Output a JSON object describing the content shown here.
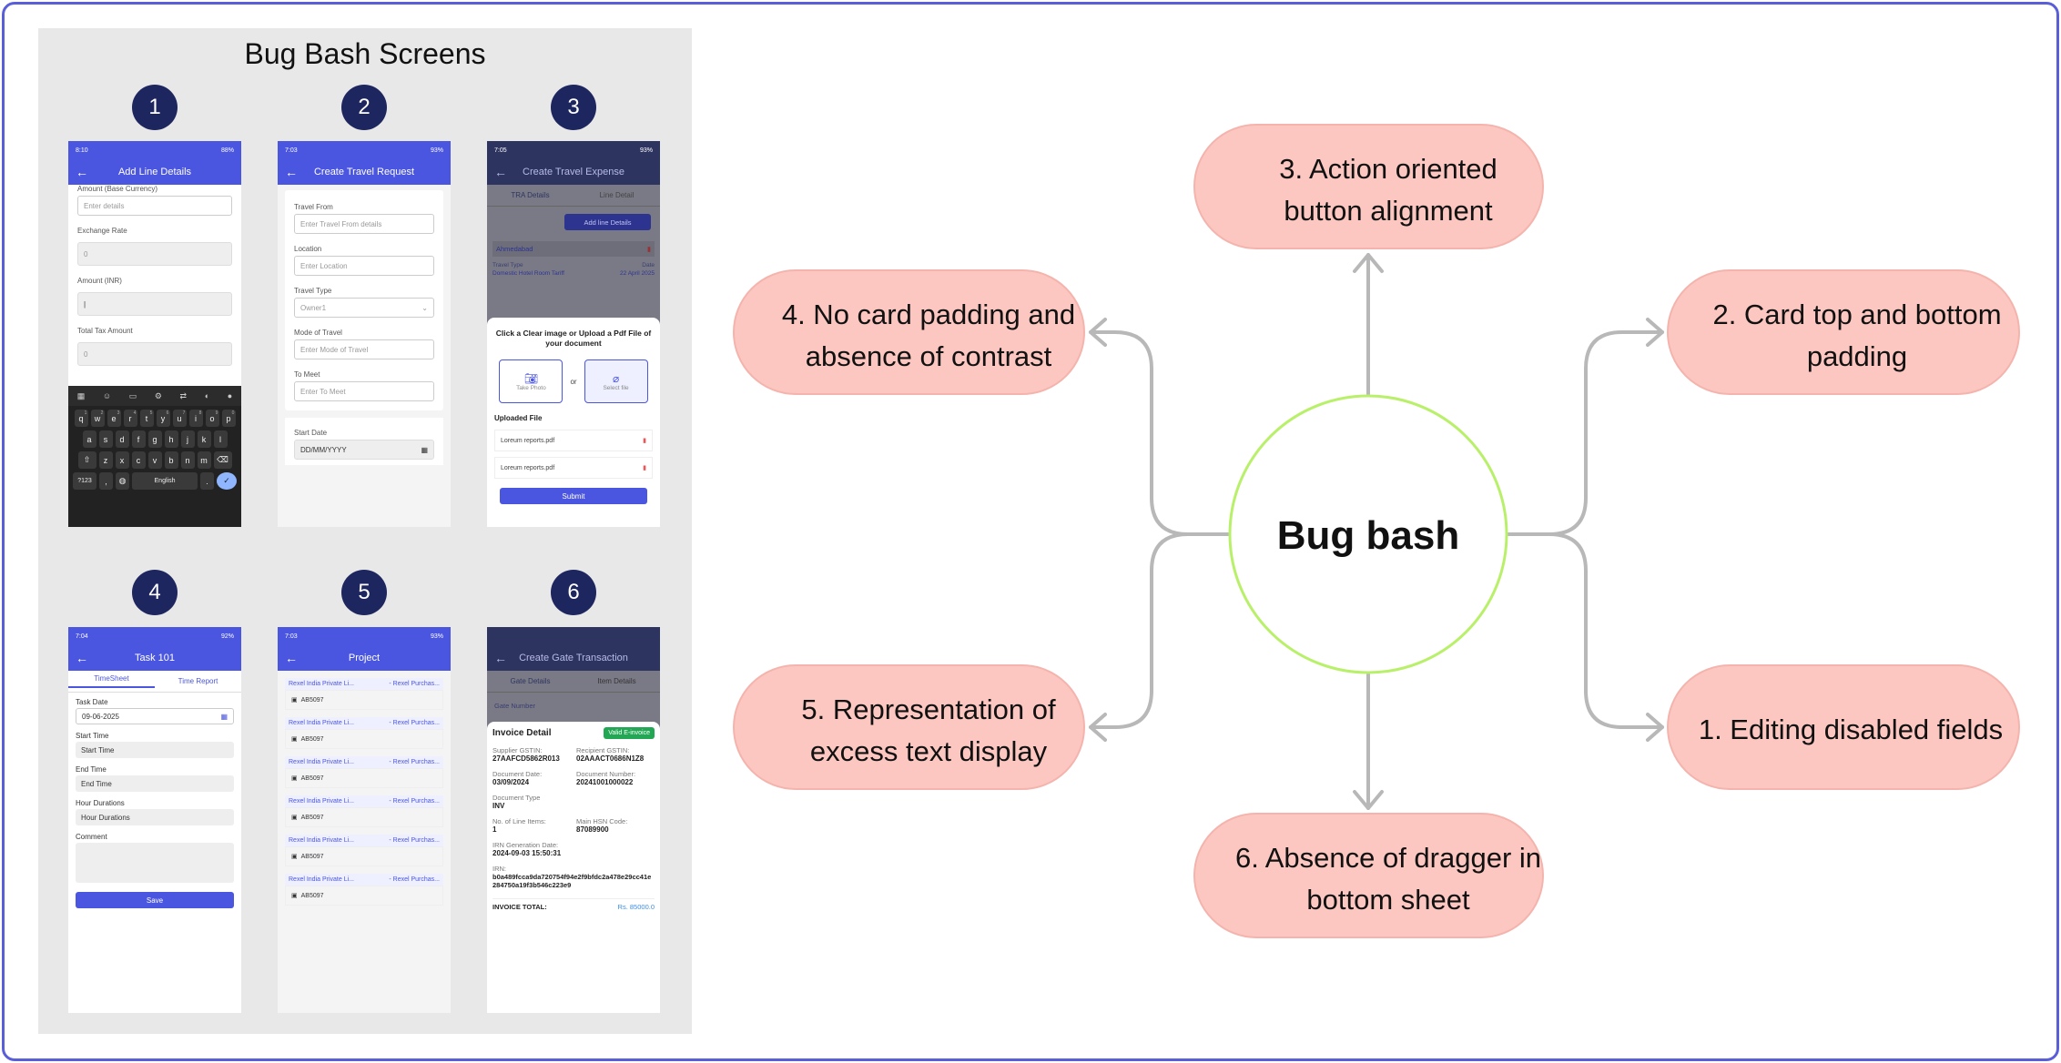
{
  "left_panel": {
    "title": "Bug Bash Screens",
    "screens": [
      {
        "number": "1",
        "status_time": "8:10",
        "status_right": "88%",
        "header": "Add Line Details",
        "fields": [
          {
            "label": "Amount (Base Currency)",
            "value": "Enter details"
          },
          {
            "label": "Exchange Rate",
            "value": "0"
          },
          {
            "label": "Amount (INR)",
            "value": "|"
          },
          {
            "label": "Total Tax Amount",
            "value": "0"
          }
        ],
        "keyboard_rows": [
          "qwertyuiop",
          "asdfghjkl",
          "zxcvbnm"
        ],
        "keyboard_numbers": "1234567890",
        "keyboard_space": "English",
        "keyboard_mode": "?123"
      },
      {
        "number": "2",
        "status_time": "7:03",
        "status_right": "93%",
        "header": "Create Travel Request",
        "fields": [
          {
            "label": "Travel From",
            "value": "Enter Travel From details"
          },
          {
            "label": "Location",
            "value": "Enter Location"
          },
          {
            "label": "Travel Type",
            "value": "Owner1"
          },
          {
            "label": "Mode of Travel",
            "value": "Enter Mode of Travel"
          },
          {
            "label": "To Meet",
            "value": "Enter To Meet"
          }
        ],
        "start_date_label": "Start Date",
        "start_date_value": "DD/MM/YYYY"
      },
      {
        "number": "3",
        "status_time": "7:05",
        "status_right": "93%",
        "header": "Create Travel Expense",
        "tabs": [
          "TRA Details",
          "Line Detail"
        ],
        "add_button": "Add line Details",
        "location": "Ahmedabad",
        "travel_type_label": "Travel Type",
        "travel_type_value": "Domestic Hotel Room Tariff",
        "date_label": "Date",
        "date_value": "22 April 2025",
        "sheet_title": "Click a Clear image or Upload a Pdf File of your document",
        "take_photo": "Take Photo",
        "or": "or",
        "select_file": "Select file",
        "uploaded_label": "Uploaded File",
        "files": [
          "Loreum reports.pdf",
          "Loreum reports.pdf"
        ],
        "submit": "Submit"
      },
      {
        "number": "4",
        "status_time": "7:04",
        "status_right": "92%",
        "header": "Task 101",
        "tabs": [
          "TimeSheet",
          "Time Report"
        ],
        "fields": [
          {
            "label": "Task Date",
            "value": "09-06-2025"
          },
          {
            "label": "Start Time",
            "value": "Start Time"
          },
          {
            "label": "End Time",
            "value": "End Time"
          },
          {
            "label": "Hour Durations",
            "value": "Hour Durations"
          },
          {
            "label": "Comment",
            "value": ""
          }
        ],
        "save": "Save"
      },
      {
        "number": "5",
        "status_time": "7:03",
        "status_right": "93%",
        "header": "Project",
        "rows": [
          {
            "left": "Rexel India Private Li...",
            "right": "- Rexel Purchas...",
            "code": "AB5097"
          },
          {
            "left": "Rexel India Private Li...",
            "right": "- Rexel Purchas...",
            "code": "AB5097"
          },
          {
            "left": "Rexel India Private Li...",
            "right": "- Rexel Purchas...",
            "code": "AB5097"
          },
          {
            "left": "Rexel India Private Li...",
            "right": "- Rexel Purchas...",
            "code": "AB5097"
          },
          {
            "left": "Rexel India Private Li...",
            "right": "- Rexel Purchas...",
            "code": "AB5097"
          },
          {
            "left": "Rexel India Private Li...",
            "right": "- Rexel Purchas...",
            "code": "AB5097"
          }
        ]
      },
      {
        "number": "6",
        "header": "Create Gate Transaction",
        "tabs": [
          "Gate Details",
          "Item Details"
        ],
        "gate_label": "Gate Number",
        "sheet_title": "Invoice Detail",
        "badge": "Valid E-invoice",
        "items": [
          {
            "k": "Supplier GSTIN:",
            "v": "27AAFCD5862R013"
          },
          {
            "k": "Recipient GSTIN:",
            "v": "02AAACT0686N1Z8"
          },
          {
            "k": "Document Date:",
            "v": "03/09/2024"
          },
          {
            "k": "Document Number:",
            "v": "20241001000022"
          },
          {
            "k": "Document Type",
            "v": "INV"
          },
          {
            "k": "",
            "v": ""
          },
          {
            "k": "No. of Line Items:",
            "v": "1"
          },
          {
            "k": "Main HSN Code:",
            "v": "87089900"
          }
        ],
        "irn_date_label": "IRN Generation Date:",
        "irn_date_value": "2024-09-03 15:50:31",
        "irn_label": "IRN:",
        "irn_value": "b0a489fcca9da720754f94e2f9bfdc2a478e29cc41e284750a19f3b546c223e9",
        "total_label": "INVOICE TOTAL:",
        "total_value": "Rs. 85000.0"
      }
    ]
  },
  "mind_map": {
    "center": "Bug bash",
    "nodes": [
      {
        "id": "n3",
        "line1": "3. Action oriented",
        "line2": "button alignment"
      },
      {
        "id": "n4",
        "line1": "4. No card padding and",
        "line2": "absence of contrast"
      },
      {
        "id": "n2",
        "line1": "2. Card top and bottom",
        "line2": "padding"
      },
      {
        "id": "n5",
        "line1": "5. Representation of",
        "line2": "excess text display"
      },
      {
        "id": "n1",
        "line1": "1. Editing disabled fields",
        "line2": ""
      },
      {
        "id": "n6",
        "line1": "6. Absence of dragger in",
        "line2": "bottom sheet"
      }
    ],
    "colors": {
      "pill": "#fcc7c0",
      "pill_border": "#f4b4ad",
      "circle_border": "#b9f06a",
      "connector": "#b8b8b8",
      "frame": "#5a5fd8",
      "badge": "#1e2660"
    }
  }
}
